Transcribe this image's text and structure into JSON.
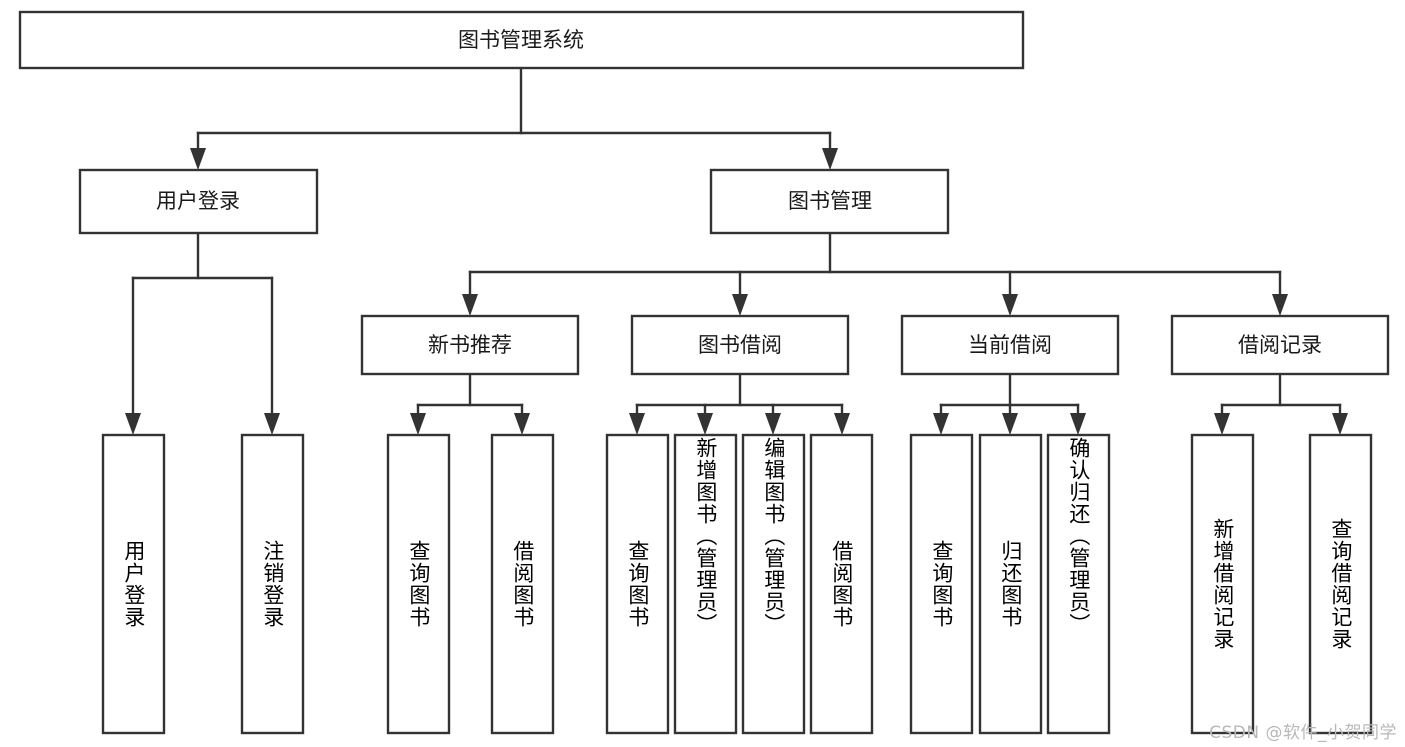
{
  "diagram": {
    "type": "tree",
    "title": "图书管理系统",
    "watermark": "CSDN @软件_小贺同学",
    "root": {
      "label": "图书管理系统"
    },
    "level1": [
      {
        "label": "用户登录"
      },
      {
        "label": "图书管理"
      }
    ],
    "level2": [
      {
        "label": "新书推荐"
      },
      {
        "label": "图书借阅"
      },
      {
        "label": "当前借阅"
      },
      {
        "label": "借阅记录"
      }
    ],
    "leaves": {
      "user_login": [
        {
          "label": "用户登录"
        },
        {
          "label": "注销登录"
        }
      ],
      "new_book": [
        {
          "label": "查询图书"
        },
        {
          "label": "借阅图书"
        }
      ],
      "book_borrow": [
        {
          "label": "查询图书"
        },
        {
          "label": "新增图书（管理员）"
        },
        {
          "label": "编辑图书（管理员）"
        },
        {
          "label": "借阅图书"
        }
      ],
      "current_borrow": [
        {
          "label": "查询图书"
        },
        {
          "label": "归还图书"
        },
        {
          "label": "确认归还（管理员）"
        }
      ],
      "borrow_record": [
        {
          "label": "新增借阅记录"
        },
        {
          "label": "查询借阅记录"
        }
      ]
    },
    "colors": {
      "stroke": "#333333",
      "fill": "#ffffff",
      "text": "#1a1a1a",
      "watermark": "#b8b8b8"
    }
  }
}
